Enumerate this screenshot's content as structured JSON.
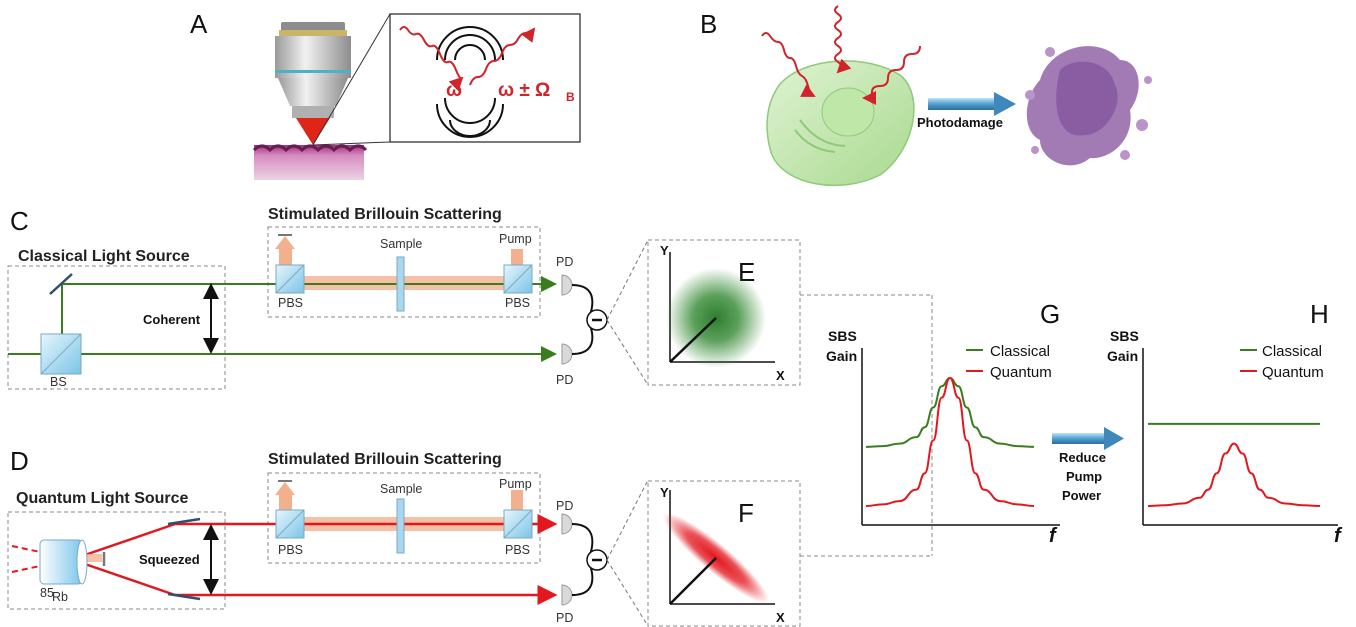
{
  "panels": {
    "A": "A",
    "B": "B",
    "C": "C",
    "D": "D",
    "E": "E",
    "F": "F",
    "G": "G",
    "H": "H"
  },
  "panelA": {
    "omega": "ω",
    "omega_shift": "ω ± Ω",
    "omega_sub": "B"
  },
  "panelB": {
    "arrow_label": "Photodamage"
  },
  "setupC": {
    "sbs_title": "Stimulated Brillouin Scattering",
    "source_title": "Classical Light Source",
    "sample": "Sample",
    "pump": "Pump",
    "pbs_left": "PBS",
    "pbs_right": "PBS",
    "bs": "BS",
    "coherent": "Coherent",
    "pd_top": "PD",
    "pd_bottom": "PD"
  },
  "setupD": {
    "sbs_title": "Stimulated Brillouin Scattering",
    "source_title": "Quantum Light Source",
    "sample": "Sample",
    "pump": "Pump",
    "pbs_left": "PBS",
    "pbs_right": "PBS",
    "rb_sup": "85",
    "rb": "Rb",
    "squeezed": "Squeezed",
    "pd_top": "PD",
    "pd_bottom": "PD"
  },
  "phase_space": {
    "y": "Y",
    "x": "X"
  },
  "chartG": {
    "ylabel_line1": "SBS",
    "ylabel_line2": "Gain",
    "xlabel": "f",
    "legend_classical": "Classical",
    "legend_quantum": "Quantum"
  },
  "chartH": {
    "ylabel_line1": "SBS",
    "ylabel_line2": "Gain",
    "xlabel": "f",
    "legend_classical": "Classical",
    "legend_quantum": "Quantum"
  },
  "reduce_arrow": {
    "line1": "Reduce",
    "line2": "Pump",
    "line3": "Power"
  },
  "colors": {
    "classical": "#3a7d1e",
    "quantum": "#e3171f",
    "pump": "#f2b08f",
    "optic": "#a9d8ee",
    "box": "#888888"
  },
  "chart_data": [
    {
      "type": "line",
      "panel": "G",
      "x": [
        -5,
        -4,
        -3,
        -2,
        -1.5,
        -1,
        -0.5,
        0,
        0.5,
        1,
        1.5,
        2,
        3,
        4,
        5
      ],
      "series": [
        {
          "name": "Classical",
          "values": [
            0.36,
            0.365,
            0.38,
            0.42,
            0.48,
            0.6,
            0.73,
            0.78,
            0.73,
            0.6,
            0.48,
            0.42,
            0.38,
            0.365,
            0.36
          ]
        },
        {
          "name": "Quantum",
          "values": [
            0.0,
            0.01,
            0.03,
            0.1,
            0.2,
            0.4,
            0.66,
            0.78,
            0.66,
            0.4,
            0.2,
            0.1,
            0.03,
            0.01,
            0.0
          ]
        }
      ],
      "xlabel": "f",
      "ylabel": "SBS Gain",
      "legend": "top-right"
    },
    {
      "type": "line",
      "panel": "H",
      "x": [
        -5,
        -4,
        -3,
        -2,
        -1.5,
        -1,
        -0.5,
        0,
        0.5,
        1,
        1.5,
        2,
        3,
        4,
        5
      ],
      "series": [
        {
          "name": "Classical",
          "values": [
            0.5,
            0.5,
            0.5,
            0.5,
            0.5,
            0.5,
            0.5,
            0.5,
            0.5,
            0.5,
            0.5,
            0.5,
            0.5,
            0.5,
            0.5
          ]
        },
        {
          "name": "Quantum",
          "values": [
            0.0,
            0.005,
            0.015,
            0.05,
            0.1,
            0.2,
            0.32,
            0.38,
            0.32,
            0.2,
            0.1,
            0.05,
            0.015,
            0.005,
            0.0
          ]
        }
      ],
      "xlabel": "f",
      "ylabel": "SBS Gain",
      "legend": "top-right"
    }
  ]
}
